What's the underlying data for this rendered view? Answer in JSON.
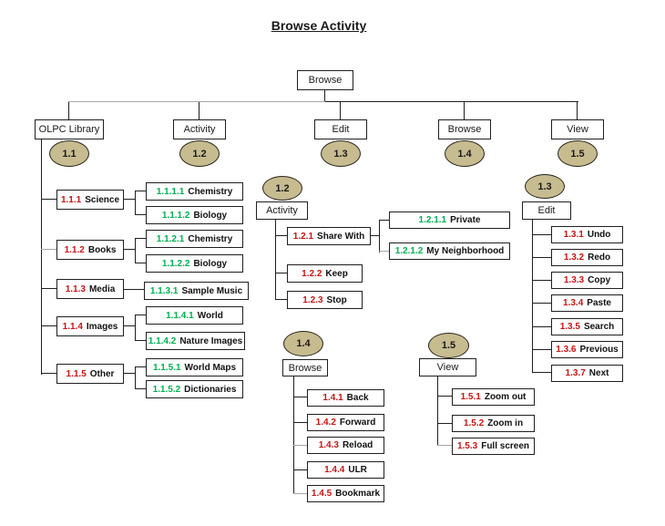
{
  "title": "Browse Activity",
  "root": {
    "label": "Browse"
  },
  "branches": [
    {
      "num": "1.1",
      "label": "OLPC Library"
    },
    {
      "num": "1.2",
      "label": "Activity"
    },
    {
      "num": "1.3",
      "label": "Edit"
    },
    {
      "num": "1.4",
      "label": "Browse"
    },
    {
      "num": "1.5",
      "label": "View"
    }
  ],
  "s11": {
    "items": [
      {
        "num": "1.1.1",
        "label": "Science",
        "children": [
          {
            "num": "1.1.1.1",
            "label": "Chemistry"
          },
          {
            "num": "1.1.1.2",
            "label": "Biology"
          }
        ]
      },
      {
        "num": "1.1.2",
        "label": "Books",
        "children": [
          {
            "num": "1.1.2.1",
            "label": "Chemistry"
          },
          {
            "num": "1.1.2.2",
            "label": "Biology"
          }
        ]
      },
      {
        "num": "1.1.3",
        "label": "Media",
        "children": [
          {
            "num": "1.1.3.1",
            "label": "Sample Music"
          }
        ]
      },
      {
        "num": "1.1.4",
        "label": "Images",
        "children": [
          {
            "num": "1.1.4.1",
            "label": "World"
          },
          {
            "num": "1.1.4.2",
            "label": "Nature Images"
          }
        ]
      },
      {
        "num": "1.1.5",
        "label": "Other",
        "children": [
          {
            "num": "1.1.5.1",
            "label": "World Maps"
          },
          {
            "num": "1.1.5.2",
            "label": "Dictionaries"
          }
        ]
      }
    ]
  },
  "s12": {
    "num": "1.2",
    "label": "Activity",
    "items": [
      {
        "num": "1.2.1",
        "label": "Share With",
        "children": [
          {
            "num": "1.2.1.1",
            "label": "Private"
          },
          {
            "num": "1.2.1.2",
            "label": "My Neighborhood"
          }
        ]
      },
      {
        "num": "1.2.2",
        "label": "Keep"
      },
      {
        "num": "1.2.3",
        "label": "Stop"
      }
    ]
  },
  "s13": {
    "num": "1.3",
    "label": "Edit",
    "items": [
      {
        "num": "1.3.1",
        "label": "Undo"
      },
      {
        "num": "1.3.2",
        "label": "Redo"
      },
      {
        "num": "1.3.3",
        "label": "Copy"
      },
      {
        "num": "1.3.4",
        "label": "Paste"
      },
      {
        "num": "1.3.5",
        "label": "Search"
      },
      {
        "num": "1.3.6",
        "label": "Previous"
      },
      {
        "num": "1.3.7",
        "label": "Next"
      }
    ]
  },
  "s14": {
    "num": "1.4",
    "label": "Browse",
    "items": [
      {
        "num": "1.4.1",
        "label": "Back"
      },
      {
        "num": "1.4.2",
        "label": "Forward"
      },
      {
        "num": "1.4.3",
        "label": "Reload"
      },
      {
        "num": "1.4.4",
        "label": "ULR"
      },
      {
        "num": "1.4.5",
        "label": "Bookmark"
      }
    ]
  },
  "s15": {
    "num": "1.5",
    "label": "View",
    "items": [
      {
        "num": "1.5.1",
        "label": "Zoom out"
      },
      {
        "num": "1.5.2",
        "label": "Zoom in"
      },
      {
        "num": "1.5.3",
        "label": "Full screen"
      }
    ]
  },
  "colors": {
    "ellipse_fill": "#c7bb90",
    "item_number": "#c81414",
    "subitem_number": "#00b050",
    "line": "#1f1f1f",
    "line_gray": "#a6a6a6",
    "border": "#1a1a1a"
  }
}
